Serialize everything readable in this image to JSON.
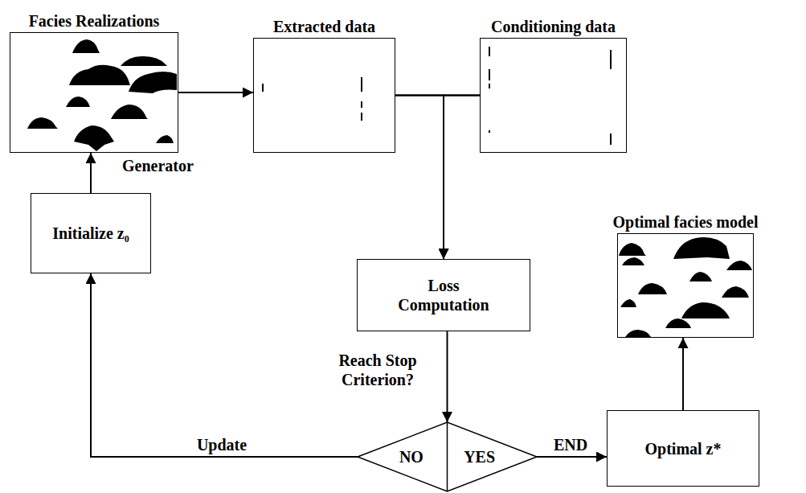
{
  "diagram": {
    "nodes": [
      {
        "text": [
          "Facies Realizations"
        ]
      },
      {
        "text": [
          "Extracted data"
        ]
      },
      {
        "text": [
          "Conditioning data"
        ]
      },
      {
        "text": [
          "Initialize z₀"
        ]
      },
      {
        "text": [
          "Optimal facies model"
        ]
      },
      {
        "text": [
          "Loss Computation"
        ]
      },
      {
        "text": [
          "NO",
          "YES"
        ]
      },
      {
        "text": [
          "Optimal z*"
        ]
      }
    ],
    "edges": [
      {
        "from": 0,
        "to": 1,
        "arrow": "to"
      },
      {
        "from": 1,
        "to": 2,
        "arrow": "none"
      },
      {
        "from": 1,
        "to": 5,
        "arrow": "to"
      },
      {
        "from": 2,
        "to": 5,
        "arrow": "to"
      },
      {
        "from": 5,
        "to": 6,
        "label": "Reach Stop Criterion?",
        "arrow": "to"
      },
      {
        "from": 6,
        "to": 3,
        "label": "Update",
        "arrow": "to"
      },
      {
        "from": 6,
        "to": 7,
        "label": "END",
        "arrow": "to"
      },
      {
        "from": 3,
        "to": 0,
        "label": "Generator",
        "arrow": "to"
      },
      {
        "from": 7,
        "to": 4,
        "arrow": "to"
      }
    ]
  }
}
